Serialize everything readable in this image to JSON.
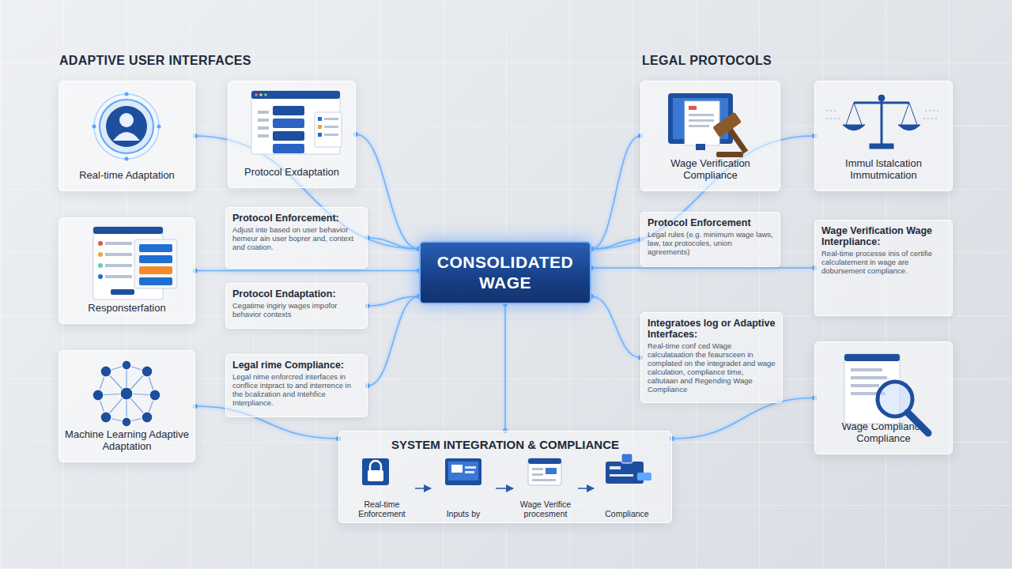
{
  "diagram": {
    "nodes": [
      {
        "text": [
          "Real-time Adaptation"
        ]
      },
      {
        "text": [
          "Protocol Exdaptation"
        ]
      },
      {
        "text": [
          "Wage Verification Compliance"
        ]
      },
      {
        "text": [
          "Immul lstalcation Immutmication"
        ]
      },
      {
        "text": [
          "Protocol Enforcement:",
          "Adjust inte based on user behavior hemeur ain user boprer and, context and coation."
        ]
      },
      {
        "text": [
          "Responsterfation"
        ]
      },
      {
        "text": [
          "CONSOLIDATED WAGE"
        ]
      },
      {
        "text": [
          "Protocol Enforcement",
          "Legal rules (e.g. minimum wage laws, law, tax protocoles, union agreements)"
        ]
      },
      {
        "text": [
          "Wage Verification Wage Interpliance:",
          "Real-time processe inis of certifie calculatement in wage are dobursement compliance."
        ]
      },
      {
        "text": [
          "Protocol Endaptation:",
          "Cegatime ingiriy wages impofor behavior contexts"
        ]
      },
      {
        "text": [
          "Integratoes log or Adaptive Interfaces:",
          "Real-time conf ced Wage calculataation the feaursceen in complated on the integradet and wage calculation, compliance time, caltutaan and Regending Wage Compliance"
        ]
      },
      {
        "text": [
          "Legal rime Compliance:",
          "Legal nime enforcred interfaces in conflice intpract to and interrence in the bcalization and Intehfice Interpliance."
        ]
      },
      {
        "text": [
          "Machine Learning Adaptive Adaptation"
        ]
      },
      {
        "text": [
          "Wage Compliance Compliance"
        ]
      },
      {
        "text": [
          "SYSTEM INTEGRATION & COMPLIANCE"
        ]
      },
      {
        "text": [
          "Real-time Enforcement"
        ],
        "in": 14
      },
      {
        "text": [
          "Inputs by"
        ],
        "in": 14
      },
      {
        "text": [
          "Wage Verifice procesment"
        ],
        "in": 14
      },
      {
        "text": [
          "Compliance"
        ],
        "in": 14
      }
    ],
    "edges": [
      {
        "from": 0,
        "to": 6,
        "arrow": "none"
      },
      {
        "from": 1,
        "to": 6,
        "arrow": "none"
      },
      {
        "from": 4,
        "to": 6,
        "arrow": "none"
      },
      {
        "from": 5,
        "to": 6,
        "arrow": "none"
      },
      {
        "from": 9,
        "to": 6,
        "arrow": "none"
      },
      {
        "from": 11,
        "to": 6,
        "arrow": "none"
      },
      {
        "from": 12,
        "to": 14,
        "arrow": "none"
      },
      {
        "from": 2,
        "to": 6,
        "arrow": "none"
      },
      {
        "from": 3,
        "to": 6,
        "arrow": "none"
      },
      {
        "from": 7,
        "to": 6,
        "arrow": "none"
      },
      {
        "from": 8,
        "to": 6,
        "arrow": "none"
      },
      {
        "from": 10,
        "to": 6,
        "arrow": "none"
      },
      {
        "from": 6,
        "to": 14,
        "arrow": "none"
      },
      {
        "from": 14,
        "to": 13,
        "arrow": "none"
      },
      {
        "from": 15,
        "to": 16,
        "arrow": "to"
      },
      {
        "from": 16,
        "to": 17,
        "arrow": "to"
      },
      {
        "from": 17,
        "to": 18,
        "arrow": "to"
      }
    ],
    "labels": [
      "ADAPTIVE USER INTERFACES",
      "LEGAL PROTOCOLS"
    ]
  }
}
